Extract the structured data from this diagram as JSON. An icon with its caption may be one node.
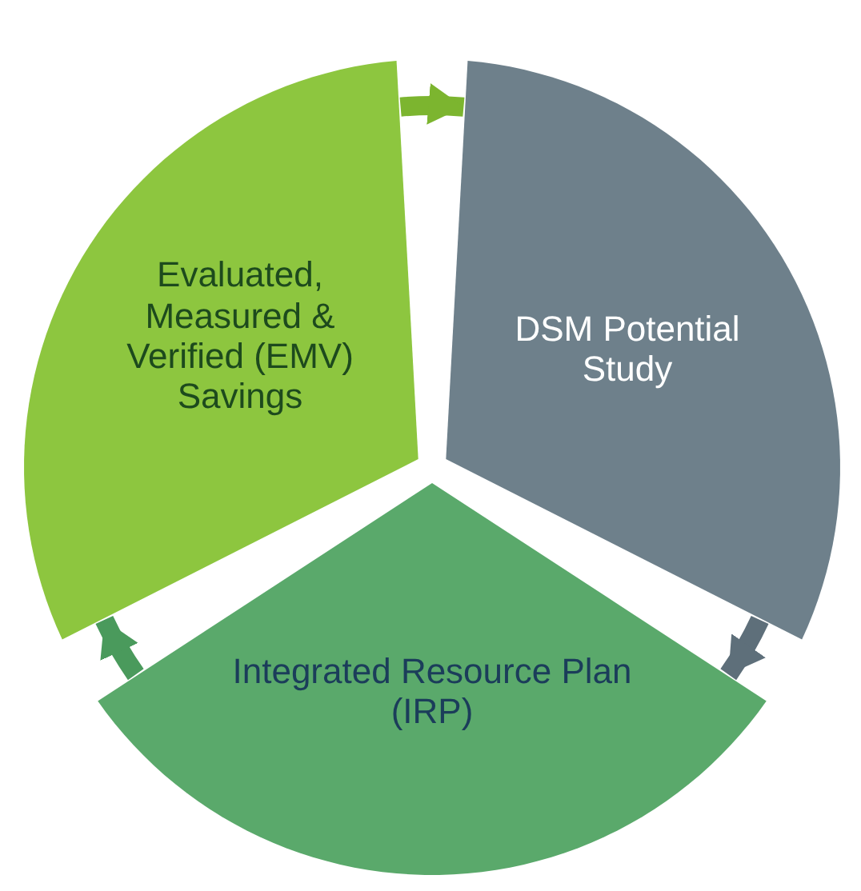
{
  "diagram": {
    "nodes": [
      {
        "text": [
          "Evaluated, Measured & Verified (EMV) Savings"
        ]
      },
      {
        "text": [
          "DSM Potential Study"
        ]
      },
      {
        "text": [
          "Integrated Resource Plan (IRP)"
        ]
      }
    ],
    "edges": [
      {
        "from": 0,
        "to": 1,
        "arrow": "to",
        "color": "#7cb52f"
      },
      {
        "from": 1,
        "to": 2,
        "arrow": "to",
        "color": "#5e6f7a"
      },
      {
        "from": 2,
        "to": 0,
        "arrow": "to",
        "color": "#4a9a5c"
      }
    ]
  }
}
